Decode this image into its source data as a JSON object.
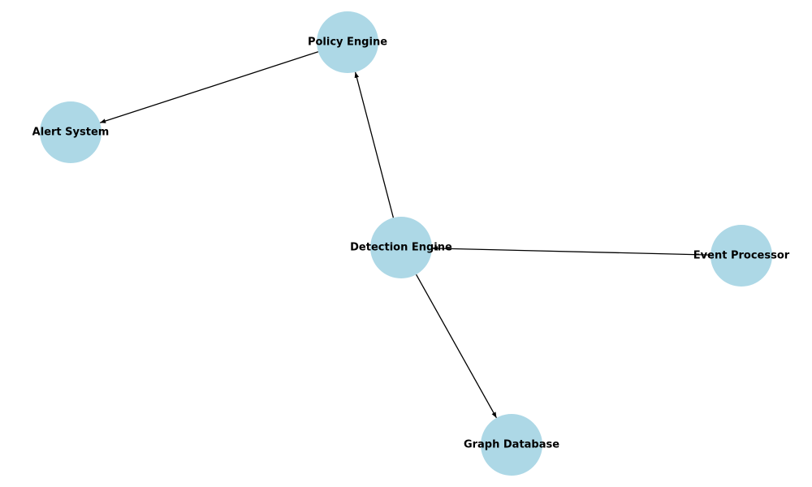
{
  "diagram": {
    "node_color": "#add8e6",
    "edge_color": "#000000",
    "label_color": "#000000",
    "nodes": [
      {
        "id": "policy",
        "label": "Policy Engine"
      },
      {
        "id": "alert",
        "label": "Alert System"
      },
      {
        "id": "detection",
        "label": "Detection Engine"
      },
      {
        "id": "event",
        "label": "Event Processor"
      },
      {
        "id": "graphdb",
        "label": "Graph Database"
      }
    ],
    "edges": [
      {
        "from": "policy",
        "to": "alert"
      },
      {
        "from": "detection",
        "to": "policy"
      },
      {
        "from": "event",
        "to": "detection"
      },
      {
        "from": "detection",
        "to": "graphdb"
      }
    ]
  }
}
